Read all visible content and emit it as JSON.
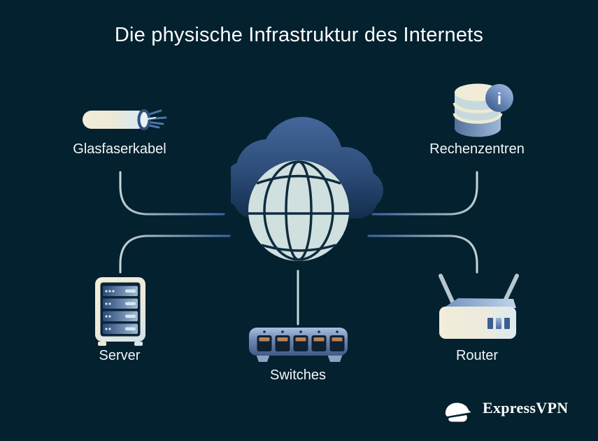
{
  "title": "Die physische Infrastruktur des Internets",
  "diagram": {
    "center_node": {
      "icon": "internet-cloud-globe-icon"
    },
    "nodes": [
      {
        "id": "glasfaserkabel",
        "label": "Glasfaserkabel",
        "icon": "fiber-optic-cable-icon",
        "position": "top-left"
      },
      {
        "id": "rechenzentren",
        "label": "Rechenzentren",
        "icon": "database-icon",
        "badge": "i",
        "position": "top-right"
      },
      {
        "id": "server",
        "label": "Server",
        "icon": "server-rack-icon",
        "position": "bottom-left"
      },
      {
        "id": "switches",
        "label": "Switches",
        "icon": "network-switch-icon",
        "position": "bottom-center"
      },
      {
        "id": "router",
        "label": "Router",
        "icon": "wifi-router-icon",
        "position": "bottom-right"
      }
    ]
  },
  "branding": {
    "name": "ExpressVPN",
    "icon": "expressvpn-logo-icon"
  },
  "colors": {
    "background": "#04212F",
    "title_text": "#FCFEFE",
    "label_text": "#F1F6F8",
    "cloud_blue": "#44679C",
    "globe_fill": "#D0E0DF",
    "globe_lines": "#0F2C3F",
    "connector_light": "#C9D8D8",
    "connector_blue": "#3C64A4",
    "device_cream": "#F1ECD8",
    "device_blue": "#52719B",
    "port_orange": "#BB8156",
    "info_badge_blue": "#4A6DA3",
    "logo_white": "#FDFEFE"
  }
}
